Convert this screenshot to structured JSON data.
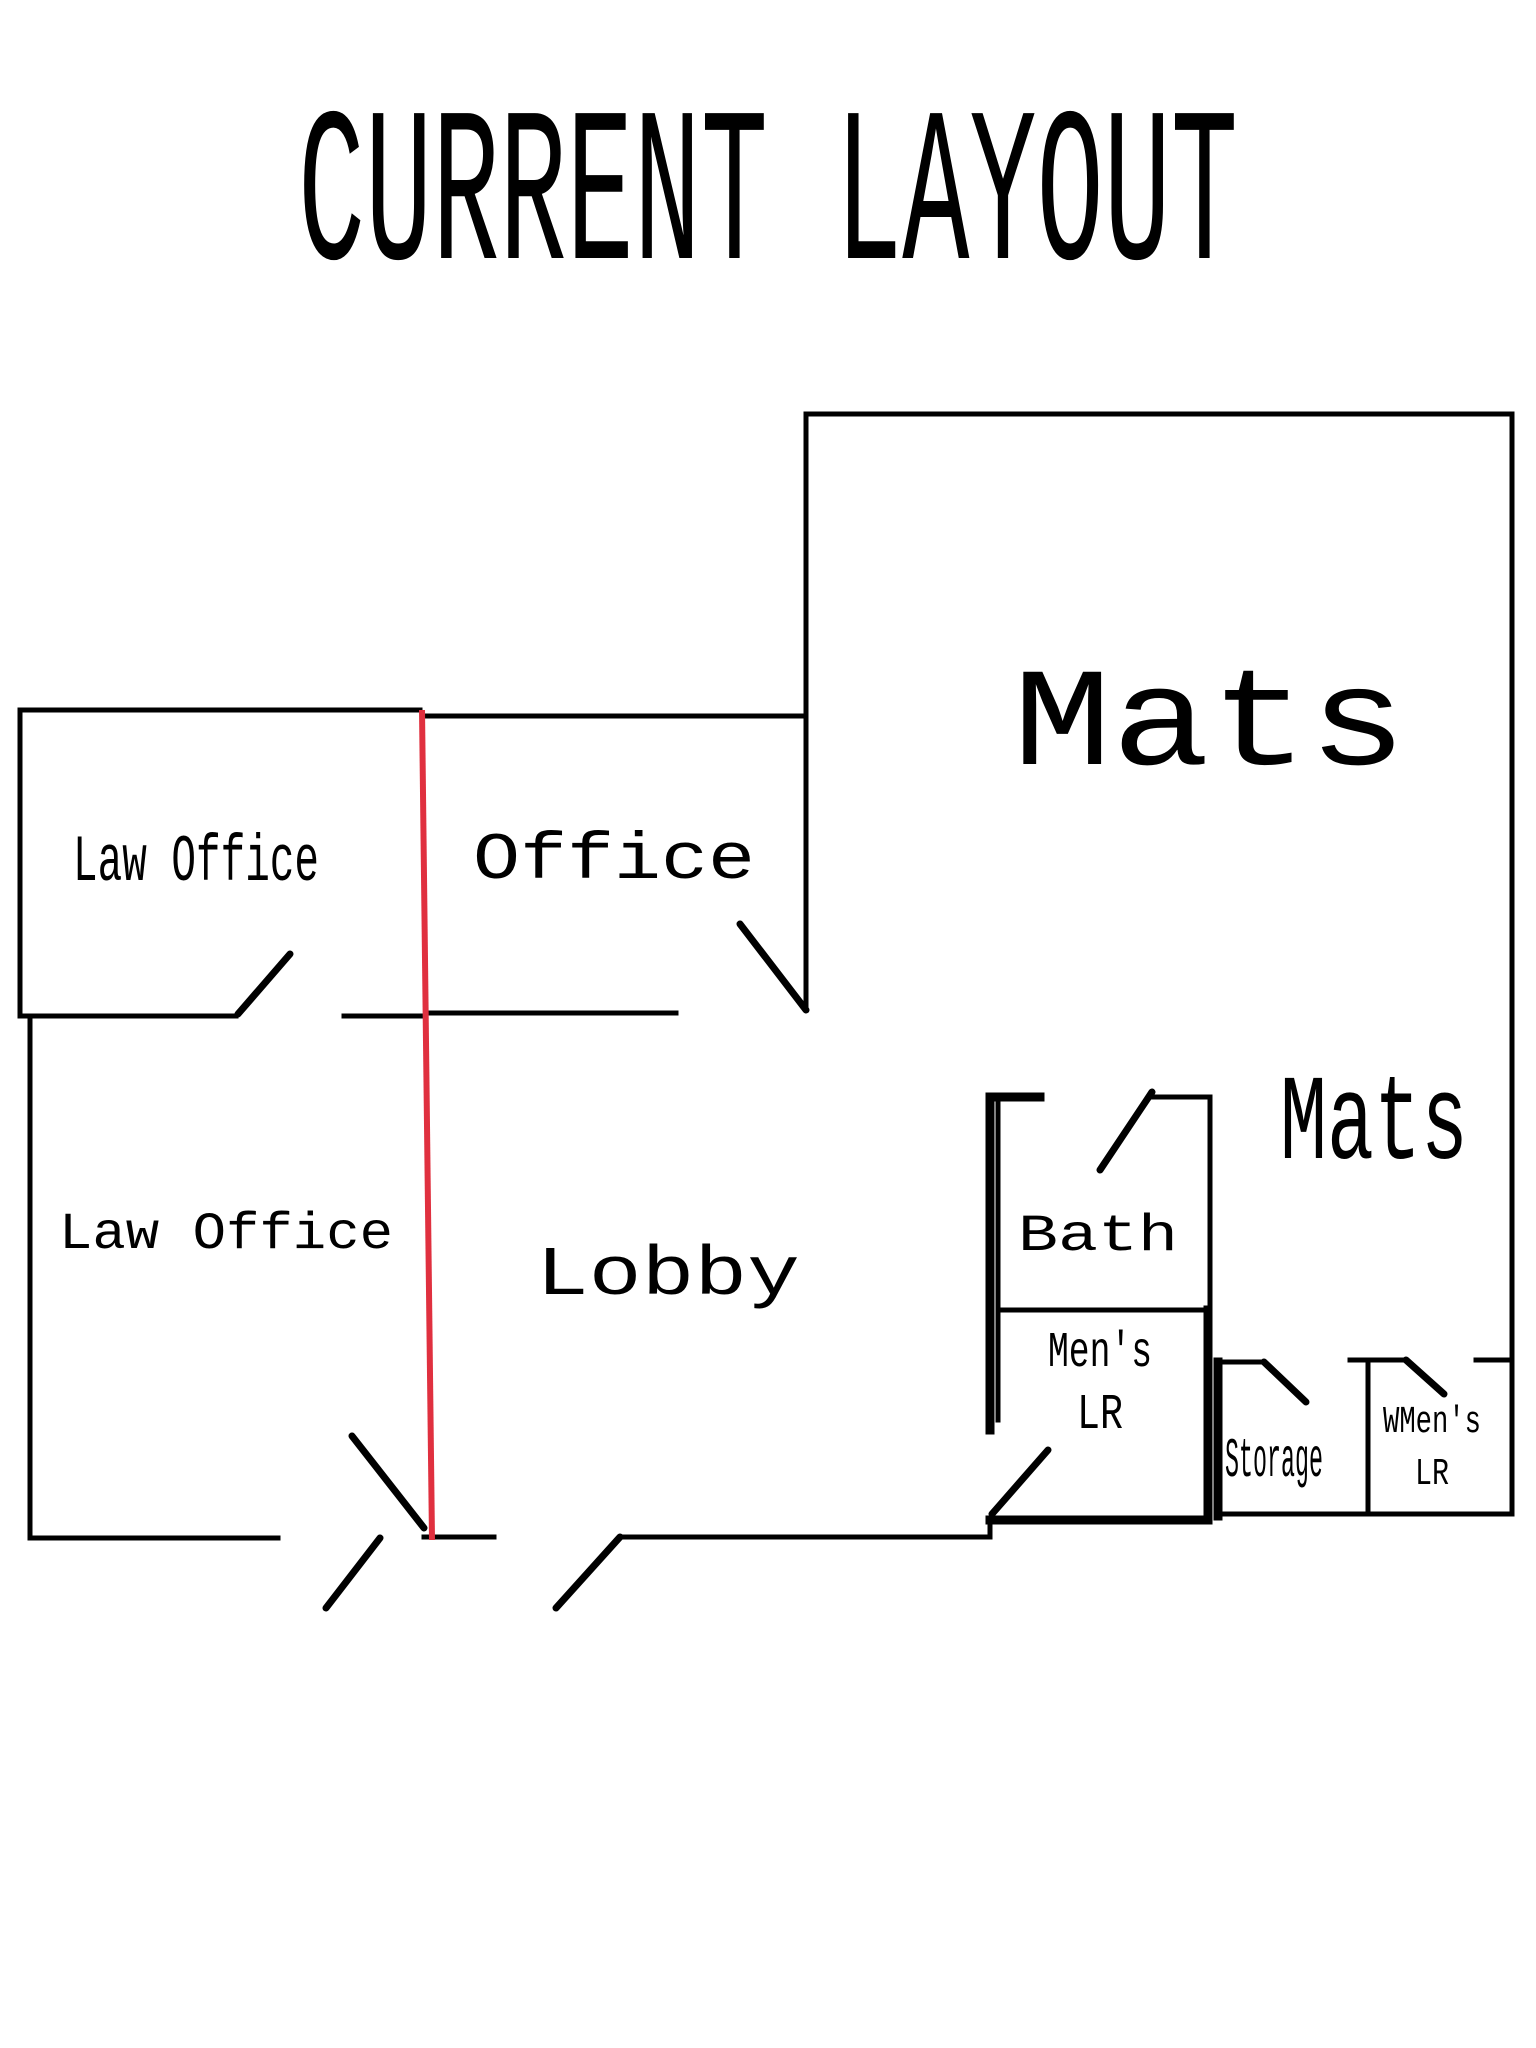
{
  "title": "CURRENT LAYOUT",
  "rooms": {
    "law_office_upper": "Law Office",
    "office": "Office",
    "mats_main": "Mats",
    "mats_secondary": "Mats",
    "law_office_lower": "Law Office",
    "lobby": "Lobby",
    "bath": "Bath",
    "mens_lr_line1": "Men's",
    "mens_lr_line2": "LR",
    "storage": "Storage",
    "womens_lr_line1": "WMen's",
    "womens_lr_line2": "LR"
  },
  "colors": {
    "walls": "#000000",
    "partition_line": "#e0303f",
    "background": "#ffffff"
  }
}
